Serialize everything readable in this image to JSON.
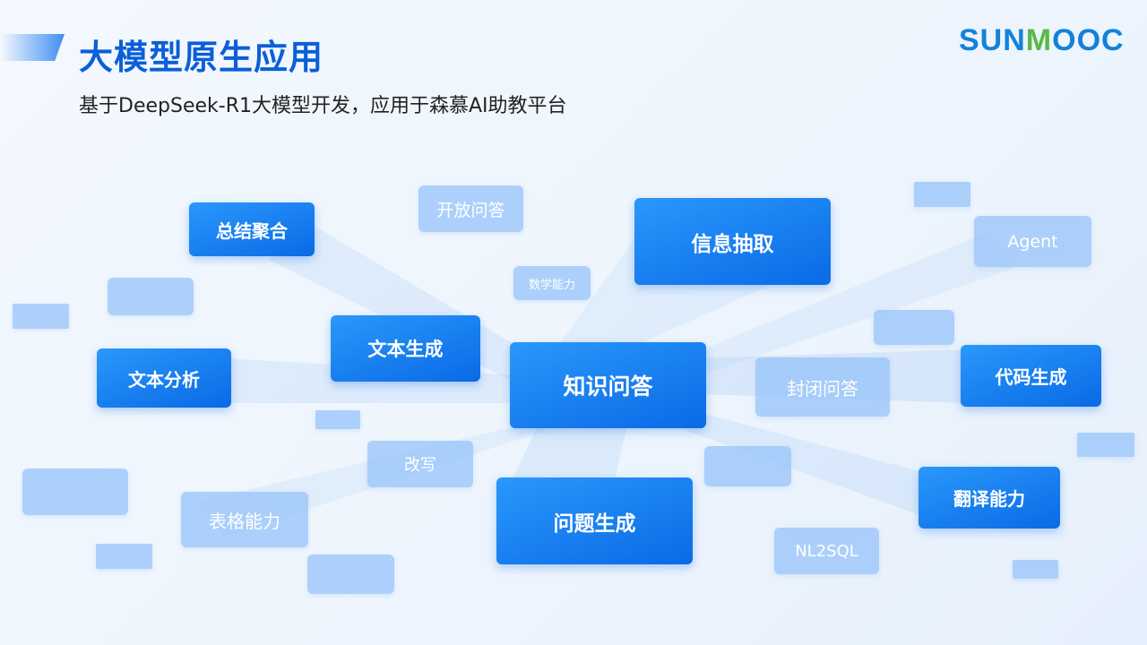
{
  "header": {
    "title": "大模型原生应用",
    "subtitle": "基于DeepSeek-R1大模型开发，应用于森慕AI助教平台",
    "logo": "SUNMOOC"
  },
  "center": "知识问答",
  "capabilities": [
    "总结聚合",
    "信息抽取",
    "文本生成",
    "文本分析",
    "代码生成",
    "问题生成",
    "翻译能力"
  ],
  "secondary": [
    "开放问答",
    "Agent",
    "数学能力",
    "封闭问答",
    "改写",
    "表格能力",
    "NL2SQL"
  ]
}
